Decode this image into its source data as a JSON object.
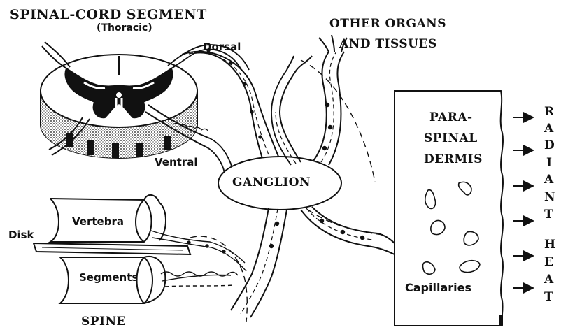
{
  "labels": {
    "title": "SPINAL-CORD SEGMENT",
    "subtitle": "(Thoracic)",
    "other_organs_line1": "OTHER ORGANS",
    "other_organs_line2": "AND TISSUES",
    "dorsal": "Dorsal",
    "ventral": "Ventral",
    "ganglion": "GANGLION",
    "dermis_line1": "PARA-",
    "dermis_line2": "SPINAL",
    "dermis_line3": "DERMIS",
    "capillaries": "Capillaries",
    "disk": "Disk",
    "vertebra": "Vertebra",
    "segments": "Segments",
    "spine": "SPINE"
  },
  "side_text": {
    "radiant": [
      "R",
      "A",
      "D",
      "I",
      "A",
      "N",
      "T"
    ],
    "heat": [
      "H",
      "E",
      "A",
      "T"
    ]
  },
  "icons": {
    "arrow": "arrow-right-icon",
    "capillary": "capillary-loop-icon"
  },
  "colors": {
    "ink": "#111111",
    "paper": "#ffffff"
  }
}
